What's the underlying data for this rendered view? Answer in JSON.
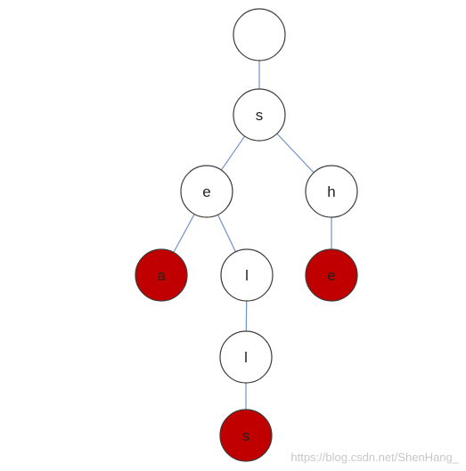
{
  "colors": {
    "edge": "#6f93c8",
    "node_fill": "#ffffff",
    "end_fill": "#c00000",
    "stroke": "#3c3c3c"
  },
  "tree": {
    "nodes": [
      {
        "id": "root",
        "label": "",
        "end": false
      },
      {
        "id": "s",
        "label": "s",
        "end": false
      },
      {
        "id": "se",
        "label": "e",
        "end": false
      },
      {
        "id": "sh",
        "label": "h",
        "end": false
      },
      {
        "id": "sea",
        "label": "a",
        "end": true
      },
      {
        "id": "sel",
        "label": "l",
        "end": false
      },
      {
        "id": "she",
        "label": "e",
        "end": true
      },
      {
        "id": "sell",
        "label": "l",
        "end": false
      },
      {
        "id": "sells",
        "label": "s",
        "end": true
      }
    ],
    "edges": [
      [
        "root",
        "s"
      ],
      [
        "s",
        "se"
      ],
      [
        "s",
        "sh"
      ],
      [
        "se",
        "sea"
      ],
      [
        "se",
        "sel"
      ],
      [
        "sh",
        "she"
      ],
      [
        "sel",
        "sell"
      ],
      [
        "sell",
        "sells"
      ]
    ]
  },
  "watermark": "https://blog.csdn.net/ShenHang_"
}
